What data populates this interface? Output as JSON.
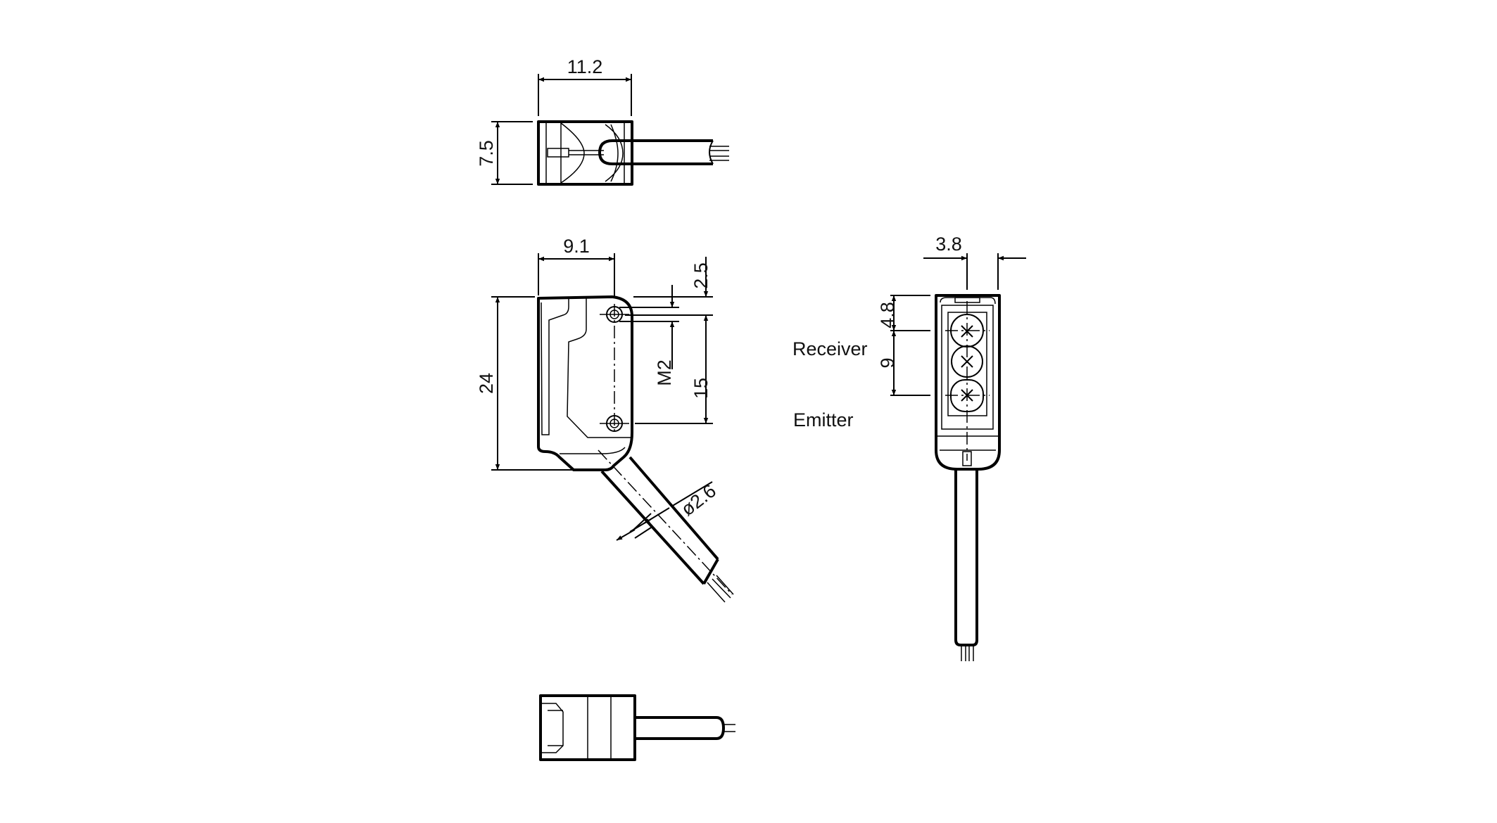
{
  "drawing": {
    "units": "mm",
    "top_view": {
      "width_label": "11.2",
      "height_label": "7.5"
    },
    "side_view": {
      "width_label": "9.1",
      "height_label": "24",
      "hole_offset_label": "2.5",
      "hole_spacing_label": "15",
      "thread_label": "M2",
      "cable_diameter_label": "ø2.6"
    },
    "front_view": {
      "width_label": "3.8",
      "receiver_offset_label": "4.8",
      "lens_spacing_label": "9",
      "receiver_label": "Receiver",
      "emitter_label": "Emitter"
    }
  }
}
